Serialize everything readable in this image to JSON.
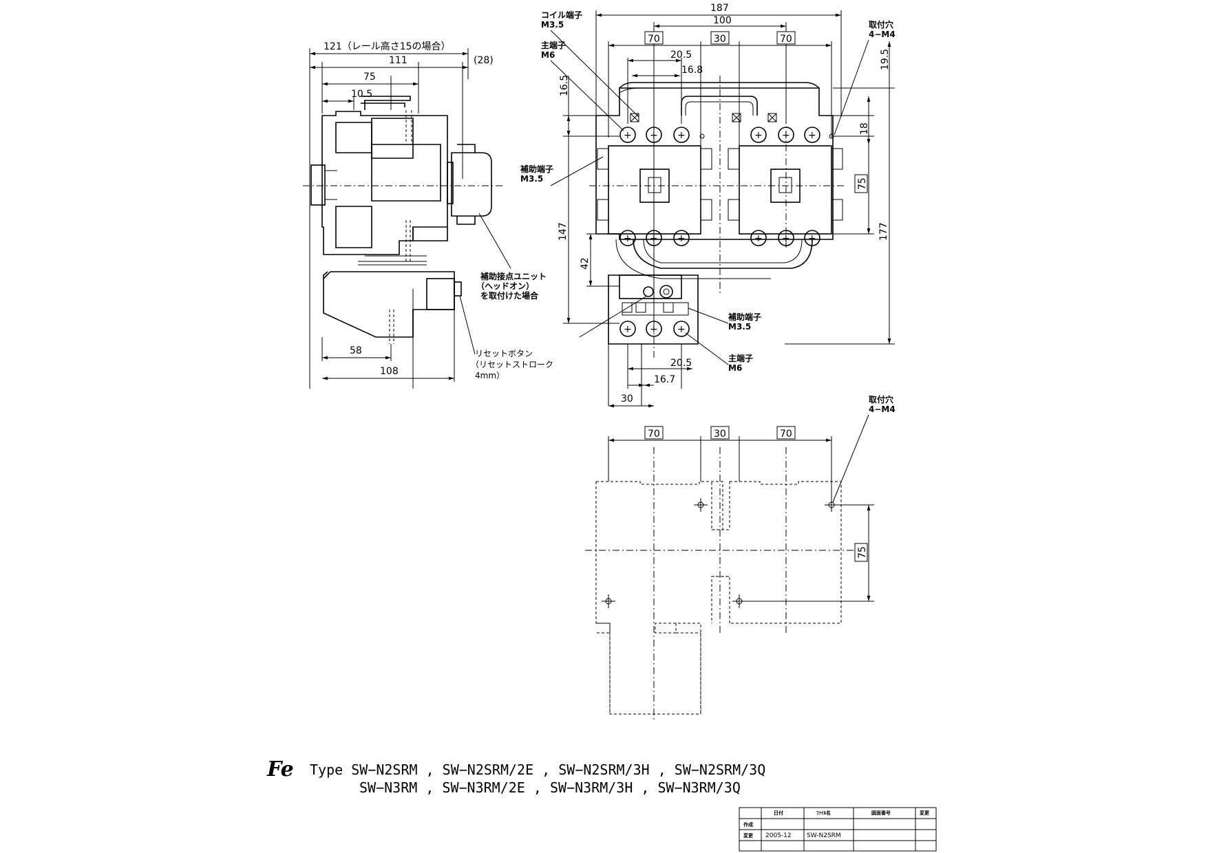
{
  "side_view": {
    "dim_121": "121（レール高さ15の場合）",
    "dim_111": "111",
    "dim_28": "(28)",
    "dim_75": "75",
    "dim_10_5": "10.5",
    "dim_58": "58",
    "dim_108": "108",
    "aux_unit_label": [
      "補助接点ユニット",
      "（ヘッドオン）",
      "を取付けた場合"
    ],
    "reset_label": [
      "リセットボタン",
      "（リセットストローク",
      "4mm）"
    ]
  },
  "front_view": {
    "dim_187": "187",
    "dim_100": "100",
    "dim_70_left": "70",
    "dim_30_top": "30",
    "dim_70_right": "70",
    "dim_20_5_top": "20.5",
    "dim_16_8": "16.8",
    "dim_16_5": "16.5",
    "dim_19_5": "19.5",
    "dim_18": "18",
    "dim_75": "75",
    "dim_177": "177",
    "dim_147": "147",
    "dim_42": "42",
    "dim_20_5_bottom": "20.5",
    "dim_16_7": "16.7",
    "dim_30_bottom": "30",
    "coil_terminal": [
      "コイル端子",
      "M3.5"
    ],
    "main_terminal_top": [
      "主端子",
      "M6"
    ],
    "aux_terminal_left": [
      "補助端子",
      "M3.5"
    ],
    "mounting_hole_top": [
      "取付穴",
      "4−M4"
    ],
    "aux_terminal_bottom": [
      "補助端子",
      "M3.5"
    ],
    "main_terminal_bottom": [
      "主端子",
      "M6"
    ]
  },
  "mount_view": {
    "dim_70_left": "70",
    "dim_30": "30",
    "dim_70_right": "70",
    "dim_75": "75",
    "mounting_hole": [
      "取付穴",
      "4−M4"
    ]
  },
  "type_line": {
    "logo_text": "Fe",
    "line1": "Type SW−N2SRM , SW−N2SRM/2E , SW−N2SRM/3H , SW−N2SRM/3Q",
    "line2": "SW−N3RM , SW−N3RM/2E , SW−N3RM/3H , SW−N3RM/3Q"
  },
  "title_block": {
    "headers": [
      "",
      "日付",
      "ﾌｧｲﾙ名",
      "図面番号",
      "変更"
    ],
    "rows": [
      [
        "作成",
        "",
        "",
        "",
        ""
      ],
      [
        "変更",
        "2005-12",
        "SW-N2SRM",
        "",
        ""
      ],
      [
        "",
        "",
        "",
        "",
        ""
      ]
    ]
  }
}
